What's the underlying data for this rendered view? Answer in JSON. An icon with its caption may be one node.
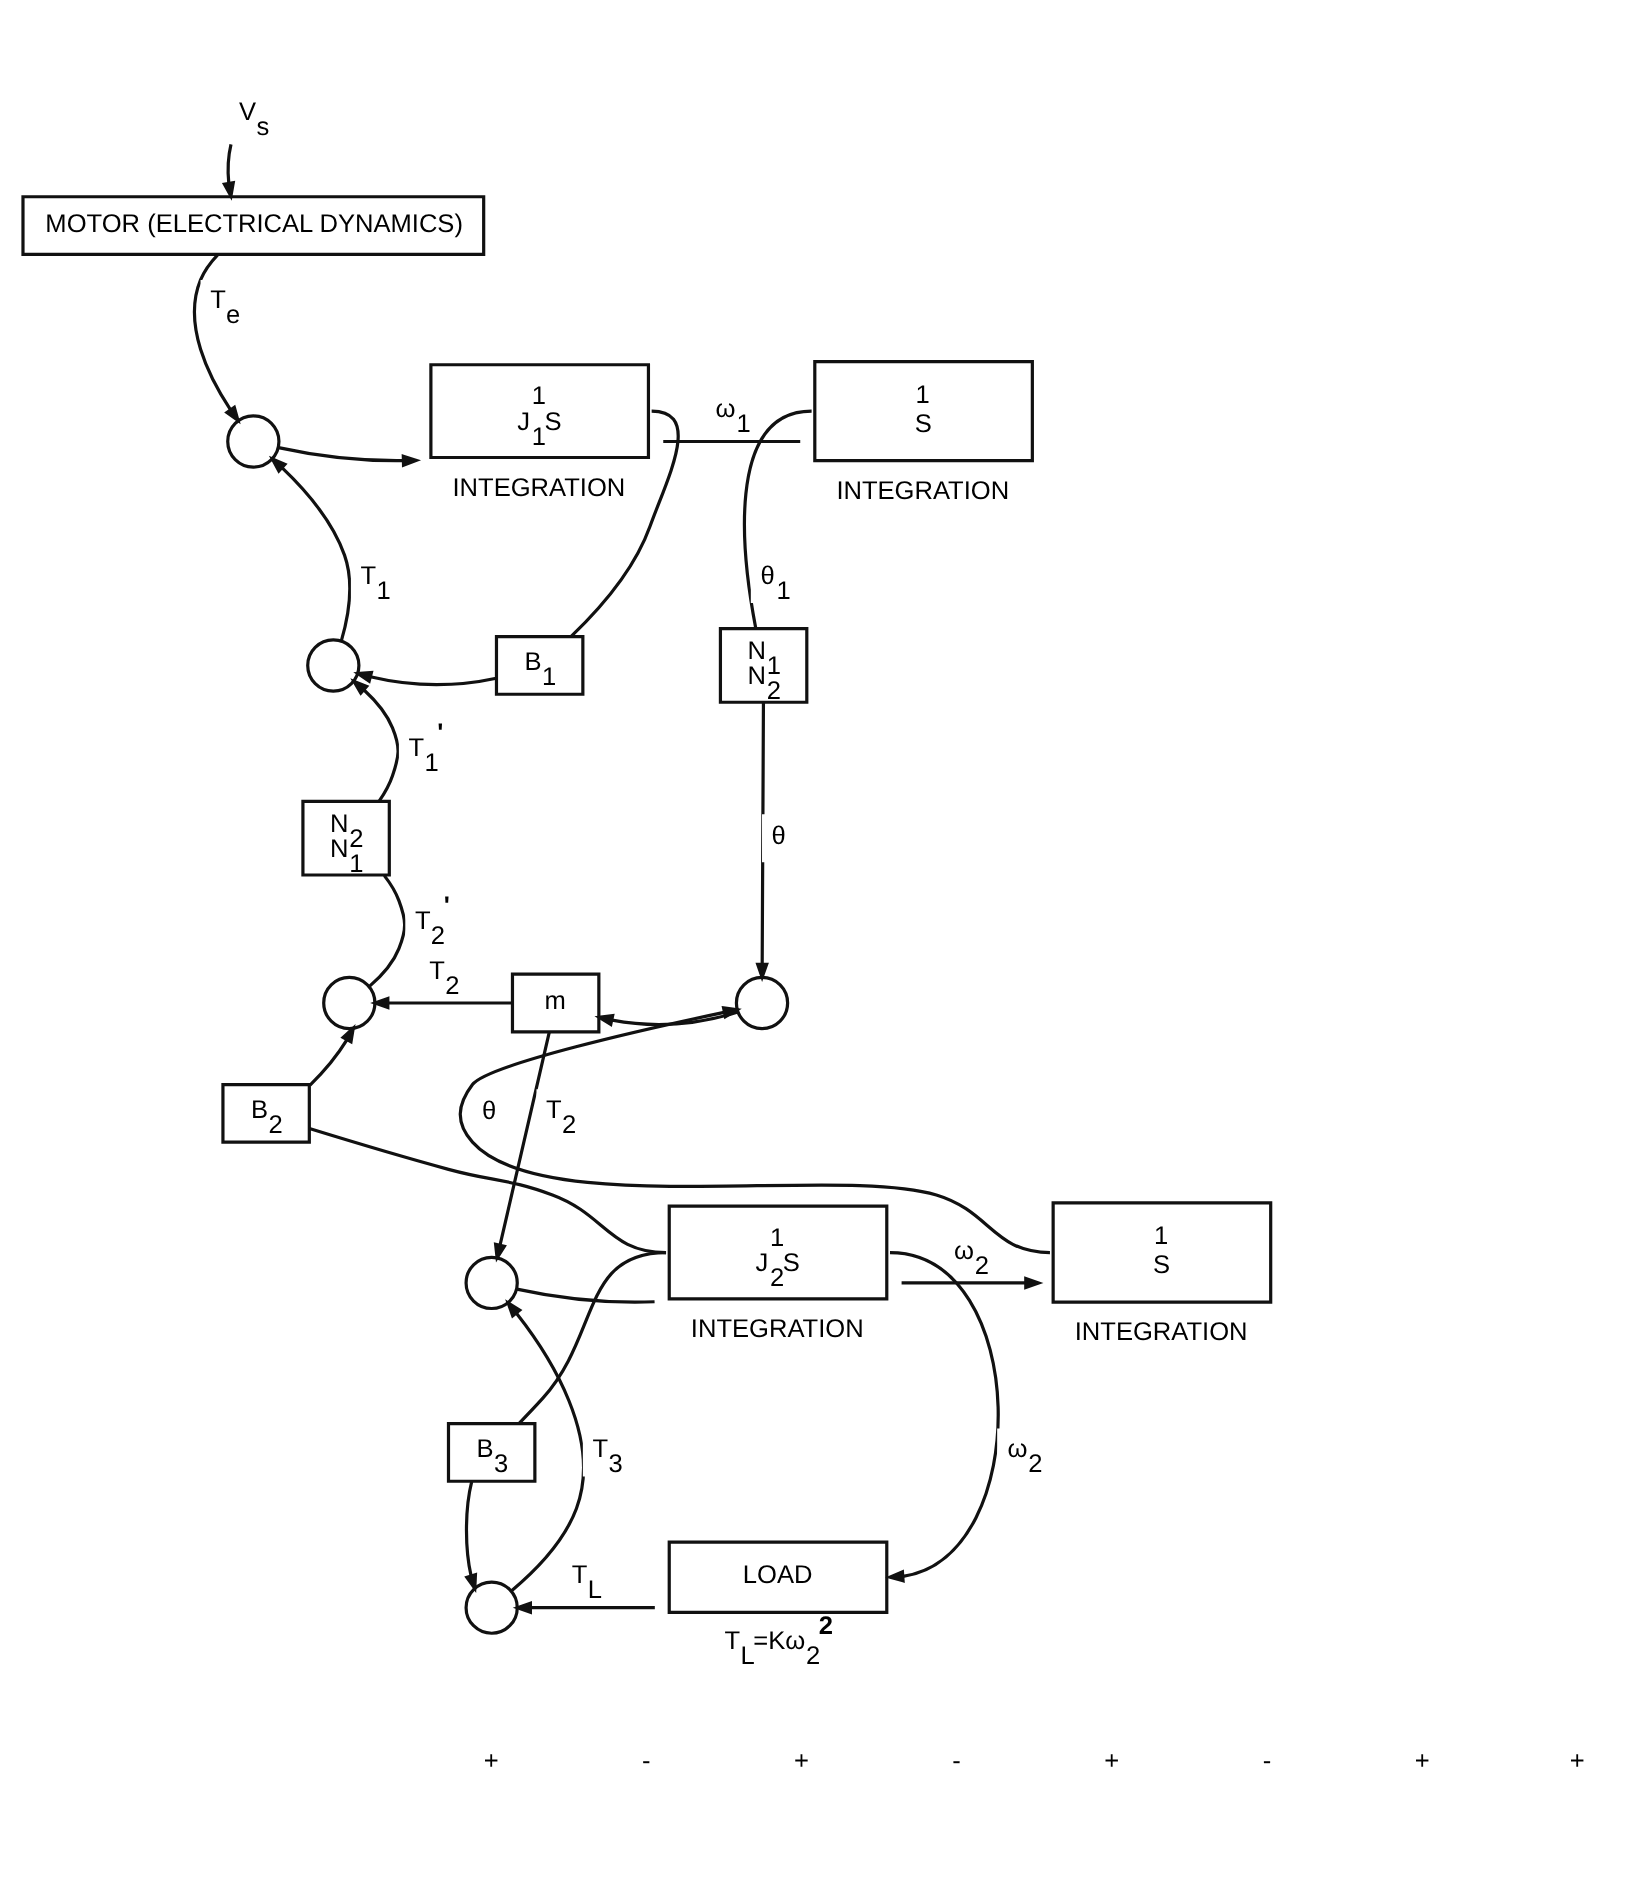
{
  "diagram": {
    "nodes": [
      {
        "text": [
          "V$_{s}$"
        ]
      },
      {
        "text": [
          "MOTOR (ELECTRICAL DYNAMICS)"
        ]
      },
      {
        "text": [],
        "shape": "circle"
      },
      {
        "text": [
          "1",
          "J$_{1}$S"
        ],
        "beside": [
          "INTEGRATION"
        ]
      },
      {
        "text": [
          "1",
          "S"
        ],
        "beside": [
          "INTEGRATION"
        ]
      },
      {
        "text": [
          "B$_{1}$"
        ]
      },
      {
        "text": [],
        "shape": "circle"
      },
      {
        "text": [
          "N$_{1}$",
          "N$_{2}$"
        ]
      },
      {
        "text": [
          "N$_{2}$",
          "N$_{1}$"
        ]
      },
      {
        "text": [],
        "shape": "circle"
      },
      {
        "text": [
          "m"
        ]
      },
      {
        "text": [],
        "shape": "circle"
      },
      {
        "text": [
          "B$_{2}$"
        ]
      },
      {
        "text": [],
        "shape": "circle"
      },
      {
        "text": [
          "1",
          "J$_{2}$S"
        ],
        "beside": [
          "INTEGRATION"
        ]
      },
      {
        "text": [
          "1",
          "S"
        ],
        "beside": [
          "INTEGRATION"
        ]
      },
      {
        "text": [
          "B$_{3}$"
        ]
      },
      {
        "text": [],
        "shape": "circle"
      },
      {
        "text": [
          "LOAD"
        ],
        "beside": [
          "T$_{L}$=Kω$_{2}$$^{2}$"
        ]
      }
    ],
    "edges": [
      {
        "from": 0,
        "to": 1,
        "arrow": "to"
      },
      {
        "from": 1,
        "to": 2,
        "arrow": "to",
        "label": "T$_{e}$"
      },
      {
        "from": 2,
        "to": 3,
        "arrow": "to"
      },
      {
        "from": 3,
        "to": 4,
        "arrow": "none",
        "label": "ω$_{1}$"
      },
      {
        "from": 3,
        "to": 5,
        "arrow": "none"
      },
      {
        "from": 4,
        "to": 7,
        "arrow": "none",
        "label": "θ$_{1}$"
      },
      {
        "from": 7,
        "to": 13,
        "arrow": "to",
        "label": "θ"
      },
      {
        "from": 5,
        "to": 6,
        "arrow": "to"
      },
      {
        "from": 6,
        "to": 2,
        "arrow": "to",
        "label": "T$_{1}$"
      },
      {
        "from": 8,
        "to": 6,
        "arrow": "to",
        "label": "T$_{1}$$^{'}$"
      },
      {
        "from": 9,
        "to": 8,
        "arrow": "none",
        "label": "T$_{2}$$^{'}$"
      },
      {
        "from": 13,
        "to": 10,
        "arrow": "to"
      },
      {
        "from": 10,
        "to": 9,
        "arrow": "to",
        "label": "T$_{2}$"
      },
      {
        "from": 10,
        "to": 11,
        "arrow": "to",
        "label": "T$_{2}$"
      },
      {
        "from": 12,
        "to": 9,
        "arrow": "to"
      },
      {
        "from": 11,
        "to": 14,
        "arrow": "none"
      },
      {
        "from": 14,
        "to": 12,
        "arrow": "none"
      },
      {
        "from": 14,
        "to": 15,
        "arrow": "to",
        "label": "ω$_{2}$"
      },
      {
        "from": 14,
        "to": 16,
        "arrow": "none"
      },
      {
        "from": 14,
        "to": 18,
        "arrow": "to",
        "label": "ω$_{2}$"
      },
      {
        "from": 15,
        "to": 13,
        "arrow": "to",
        "label": "θ"
      },
      {
        "from": 16,
        "to": 17,
        "arrow": "to"
      },
      {
        "from": 18,
        "to": 17,
        "arrow": "to",
        "label": "T$_{L}$"
      },
      {
        "from": 17,
        "to": 11,
        "arrow": "to",
        "label": "T$_{3}$"
      }
    ],
    "labels": [
      "+",
      "-",
      "+",
      "-",
      "+",
      "-",
      "+",
      "+"
    ]
  }
}
